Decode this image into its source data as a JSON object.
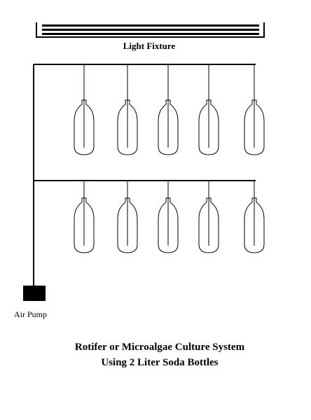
{
  "labels": {
    "light_fixture": "Light Fixture",
    "air_pump": "Air Pump"
  },
  "caption": {
    "line1": "Rotifer or Microalgae Culture System",
    "line2": "Using 2 Liter Soda Bottles"
  },
  "bottles": {
    "top_row_count": 5,
    "bottom_row_count": 5
  }
}
